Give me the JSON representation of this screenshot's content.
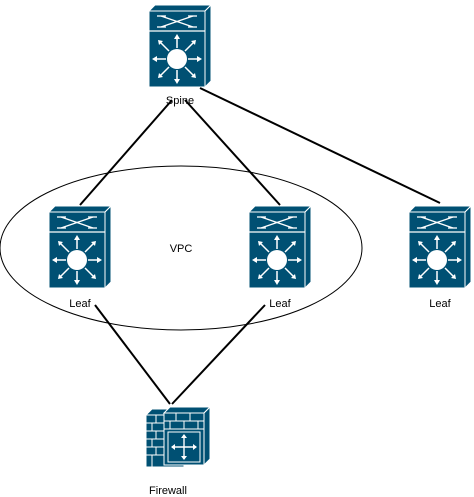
{
  "diagram": {
    "nodes": {
      "spine": {
        "label": "Spine",
        "icon": "layer3-switch-icon"
      },
      "leaf1": {
        "label": "Leaf",
        "icon": "layer3-switch-icon"
      },
      "leaf2": {
        "label": "Leaf",
        "icon": "layer3-switch-icon"
      },
      "leaf3": {
        "label": "Leaf",
        "icon": "layer3-switch-icon"
      },
      "firewall": {
        "label": "Firewall",
        "icon": "firewall-icon"
      }
    },
    "groups": {
      "vpc": {
        "label": "VPC"
      }
    },
    "links": [
      {
        "from": "spine",
        "to": "leaf1"
      },
      {
        "from": "spine",
        "to": "leaf2"
      },
      {
        "from": "spine",
        "to": "leaf3"
      },
      {
        "from": "leaf1",
        "to": "firewall"
      },
      {
        "from": "leaf2",
        "to": "firewall"
      }
    ],
    "colors": {
      "device_fill": "#005073",
      "device_stroke": "#ffffff",
      "link": "#000000"
    }
  }
}
